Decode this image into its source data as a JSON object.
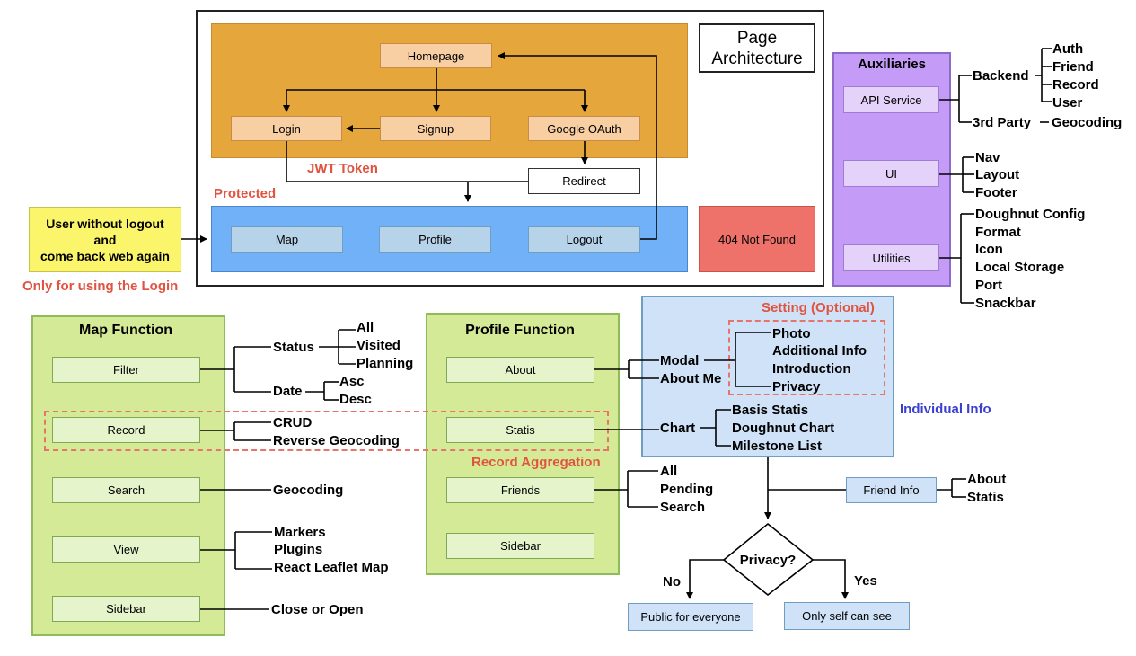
{
  "page_architecture": {
    "title_line1": "Page",
    "title_line2": "Architecture",
    "homepage": "Homepage",
    "login": "Login",
    "signup": "Signup",
    "google_oauth": "Google OAuth",
    "jwt_token": "JWT Token",
    "redirect": "Redirect",
    "protected": "Protected",
    "map": "Map",
    "profile": "Profile",
    "logout": "Logout",
    "not_found": "404 Not Found"
  },
  "user_note": {
    "line1": "User without logout",
    "line2": "and",
    "line3": "come back web again",
    "caption": "Only for using the Login"
  },
  "auxiliaries": {
    "title": "Auxiliaries",
    "api_service": "API Service",
    "ui": "UI",
    "utilities": "Utilities",
    "backend": "Backend",
    "backend_items": [
      "Auth",
      "Friend",
      "Record",
      "User"
    ],
    "third_party": "3rd Party",
    "geocoding": "Geocoding",
    "ui_items": [
      "Nav",
      "Layout",
      "Footer"
    ],
    "utilities_items": [
      "Doughnut Config",
      "Format",
      "Icon",
      "Local Storage",
      "Port",
      "Snackbar"
    ]
  },
  "map_function": {
    "title": "Map Function",
    "filter": "Filter",
    "record": "Record",
    "search": "Search",
    "view": "View",
    "sidebar": "Sidebar",
    "status": "Status",
    "status_items": [
      "All",
      "Visited",
      "Planning"
    ],
    "date": "Date",
    "date_items": [
      "Asc",
      "Desc"
    ],
    "record_items": [
      "CRUD",
      "Reverse Geocoding"
    ],
    "search_result": "Geocoding",
    "view_items": [
      "Markers",
      "Plugins",
      "React Leaflet Map"
    ],
    "sidebar_result": "Close or Open"
  },
  "profile_function": {
    "title": "Profile Function",
    "about": "About",
    "statis": "Statis",
    "friends": "Friends",
    "sidebar": "Sidebar",
    "modal": "Modal",
    "about_me": "About Me",
    "chart": "Chart",
    "chart_items": [
      "Basis Statis",
      "Doughnut Chart",
      "Milestone List"
    ],
    "friends_items": [
      "All",
      "Pending",
      "Search"
    ],
    "record_aggregation": "Record Aggregation"
  },
  "individual_info": {
    "label": "Individual Info",
    "setting": "Setting (Optional)",
    "setting_items": [
      "Photo",
      "Additional Info",
      "Introduction",
      "Privacy"
    ],
    "friend_info": "Friend Info",
    "friend_info_items": [
      "About",
      "Statis"
    ],
    "privacy_q": "Privacy?",
    "no": "No",
    "yes": "Yes",
    "public": "Public for everyone",
    "self": "Only self can see"
  }
}
